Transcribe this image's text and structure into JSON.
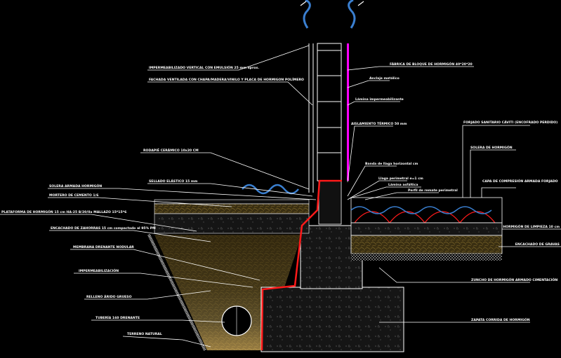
{
  "colors": {
    "background": "#000000",
    "waterproofing": "#ff1a1a",
    "membrane": "#ff00ff",
    "gravel": "#5a4a1e",
    "sand": "#f2c46a",
    "concrete": "#1a1a1a",
    "wave": "#3a7fd0"
  },
  "labels": {
    "l1": "IMPERMEABILIZADO VERTICAL CON EMULSIÓN 25 mm aprox.",
    "l2": "FACHADA VENTILADA CON CHAPA/MADERA/VINILO Y PLACA DE HORMIGON POLÍMERO",
    "l3": "RODAPIÉ CERÁMICO 10x20 CM",
    "l4": "SELLADO ELÁSTICO 15 mm",
    "l5": "SOLERA ARMADA HORMIGÓN",
    "l6": "MORTERO DE CEMENTO 1/6",
    "l7": "PLATAFORMA DE HORMIGÓN 15 cm HA-25 B/20/IIa MALLAZO 15*15*6",
    "l8": "ENCACHADO DE ZAHORRAS 15 cm compactado al 95% PM",
    "l9": "MEMBRANA DRENANTE NODULAR",
    "l10": "IMPERMEABILIZACIÓN",
    "l11": "RELLENO ÁRIDO GRUESO",
    "l12": "TUBERÍA 160 DRENANTE",
    "l13": "TERRENO NATURAL",
    "r1": "FÁBRICA DE BLOQUE DE HORMIGÓN 40*20*20",
    "r2": "Anclaje metálico",
    "r3": "Lámina impermeabilizante",
    "r4": "AISLAMIENTO TÉRMICO 50 mm",
    "r5": "Banda de llaga horizontal cm",
    "r6": "Llaga perimetral e=1 cm",
    "r7": "Lámina asfáltica",
    "r8": "Perfil de remate perimetral",
    "r9": "FORJADO SANITARIO CÁVITI (ENCOFRADO PERDIDO)",
    "r10": "SOLERA DE HORMIGÓN",
    "r11": "CAPA DE COMPRESIÓN ARMADA FORJADO",
    "r12": "HORMIGÓN DE LIMPIEZA 10 cm",
    "r13": "ENCACHADO DE GRAVAS",
    "r14": "ZUNCHO DE HORMIGÓN ARMADO CIMENTACIÓN",
    "r15": "ZAPATA CORRIDA DE HORMIGÓN"
  }
}
